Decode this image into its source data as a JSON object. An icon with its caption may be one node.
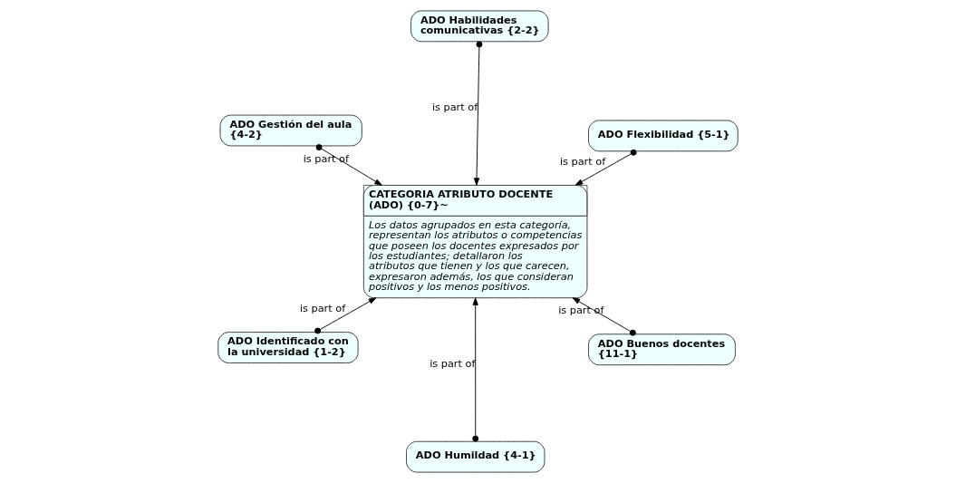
{
  "diagram": {
    "nodes": [
      {
        "text": [
          "CATEGORIA ATRIBUTO DOCENTE (ADO) {0-7}~",
          "Los datos agrupados en esta categoría, representan los atributos o competencias que poseen los docentes expresados por los estudiantes; detallaron los atributos que tienen y los que carecen, expresaron además, los que consideran positivos y los menos positivos."
        ]
      },
      {
        "text": [
          "ADO Buenos docentes {11-1}"
        ]
      },
      {
        "text": [
          "ADO Humildad {4-1}"
        ]
      },
      {
        "text": [
          "ADO Gestión del aula {4-2}"
        ]
      },
      {
        "text": [
          "ADO Flexibilidad {5-1}"
        ]
      },
      {
        "text": [
          "ADO Habilidades comunicativas {2-2}"
        ]
      },
      {
        "text": [
          "ADO Identificado con la universidad {1-2}"
        ]
      }
    ],
    "edges": [
      {
        "from": 1,
        "to": 0,
        "arrow": "to",
        "label": "is part of"
      },
      {
        "from": 2,
        "to": 0,
        "arrow": "to",
        "label": "is part of"
      },
      {
        "from": 3,
        "to": 0,
        "arrow": "to",
        "label": "is part of"
      },
      {
        "from": 4,
        "to": 0,
        "arrow": "to",
        "label": "is part of"
      },
      {
        "from": 5,
        "to": 0,
        "arrow": "to",
        "label": "is part of"
      },
      {
        "from": 6,
        "to": 0,
        "arrow": "to",
        "label": "is part of"
      }
    ]
  }
}
